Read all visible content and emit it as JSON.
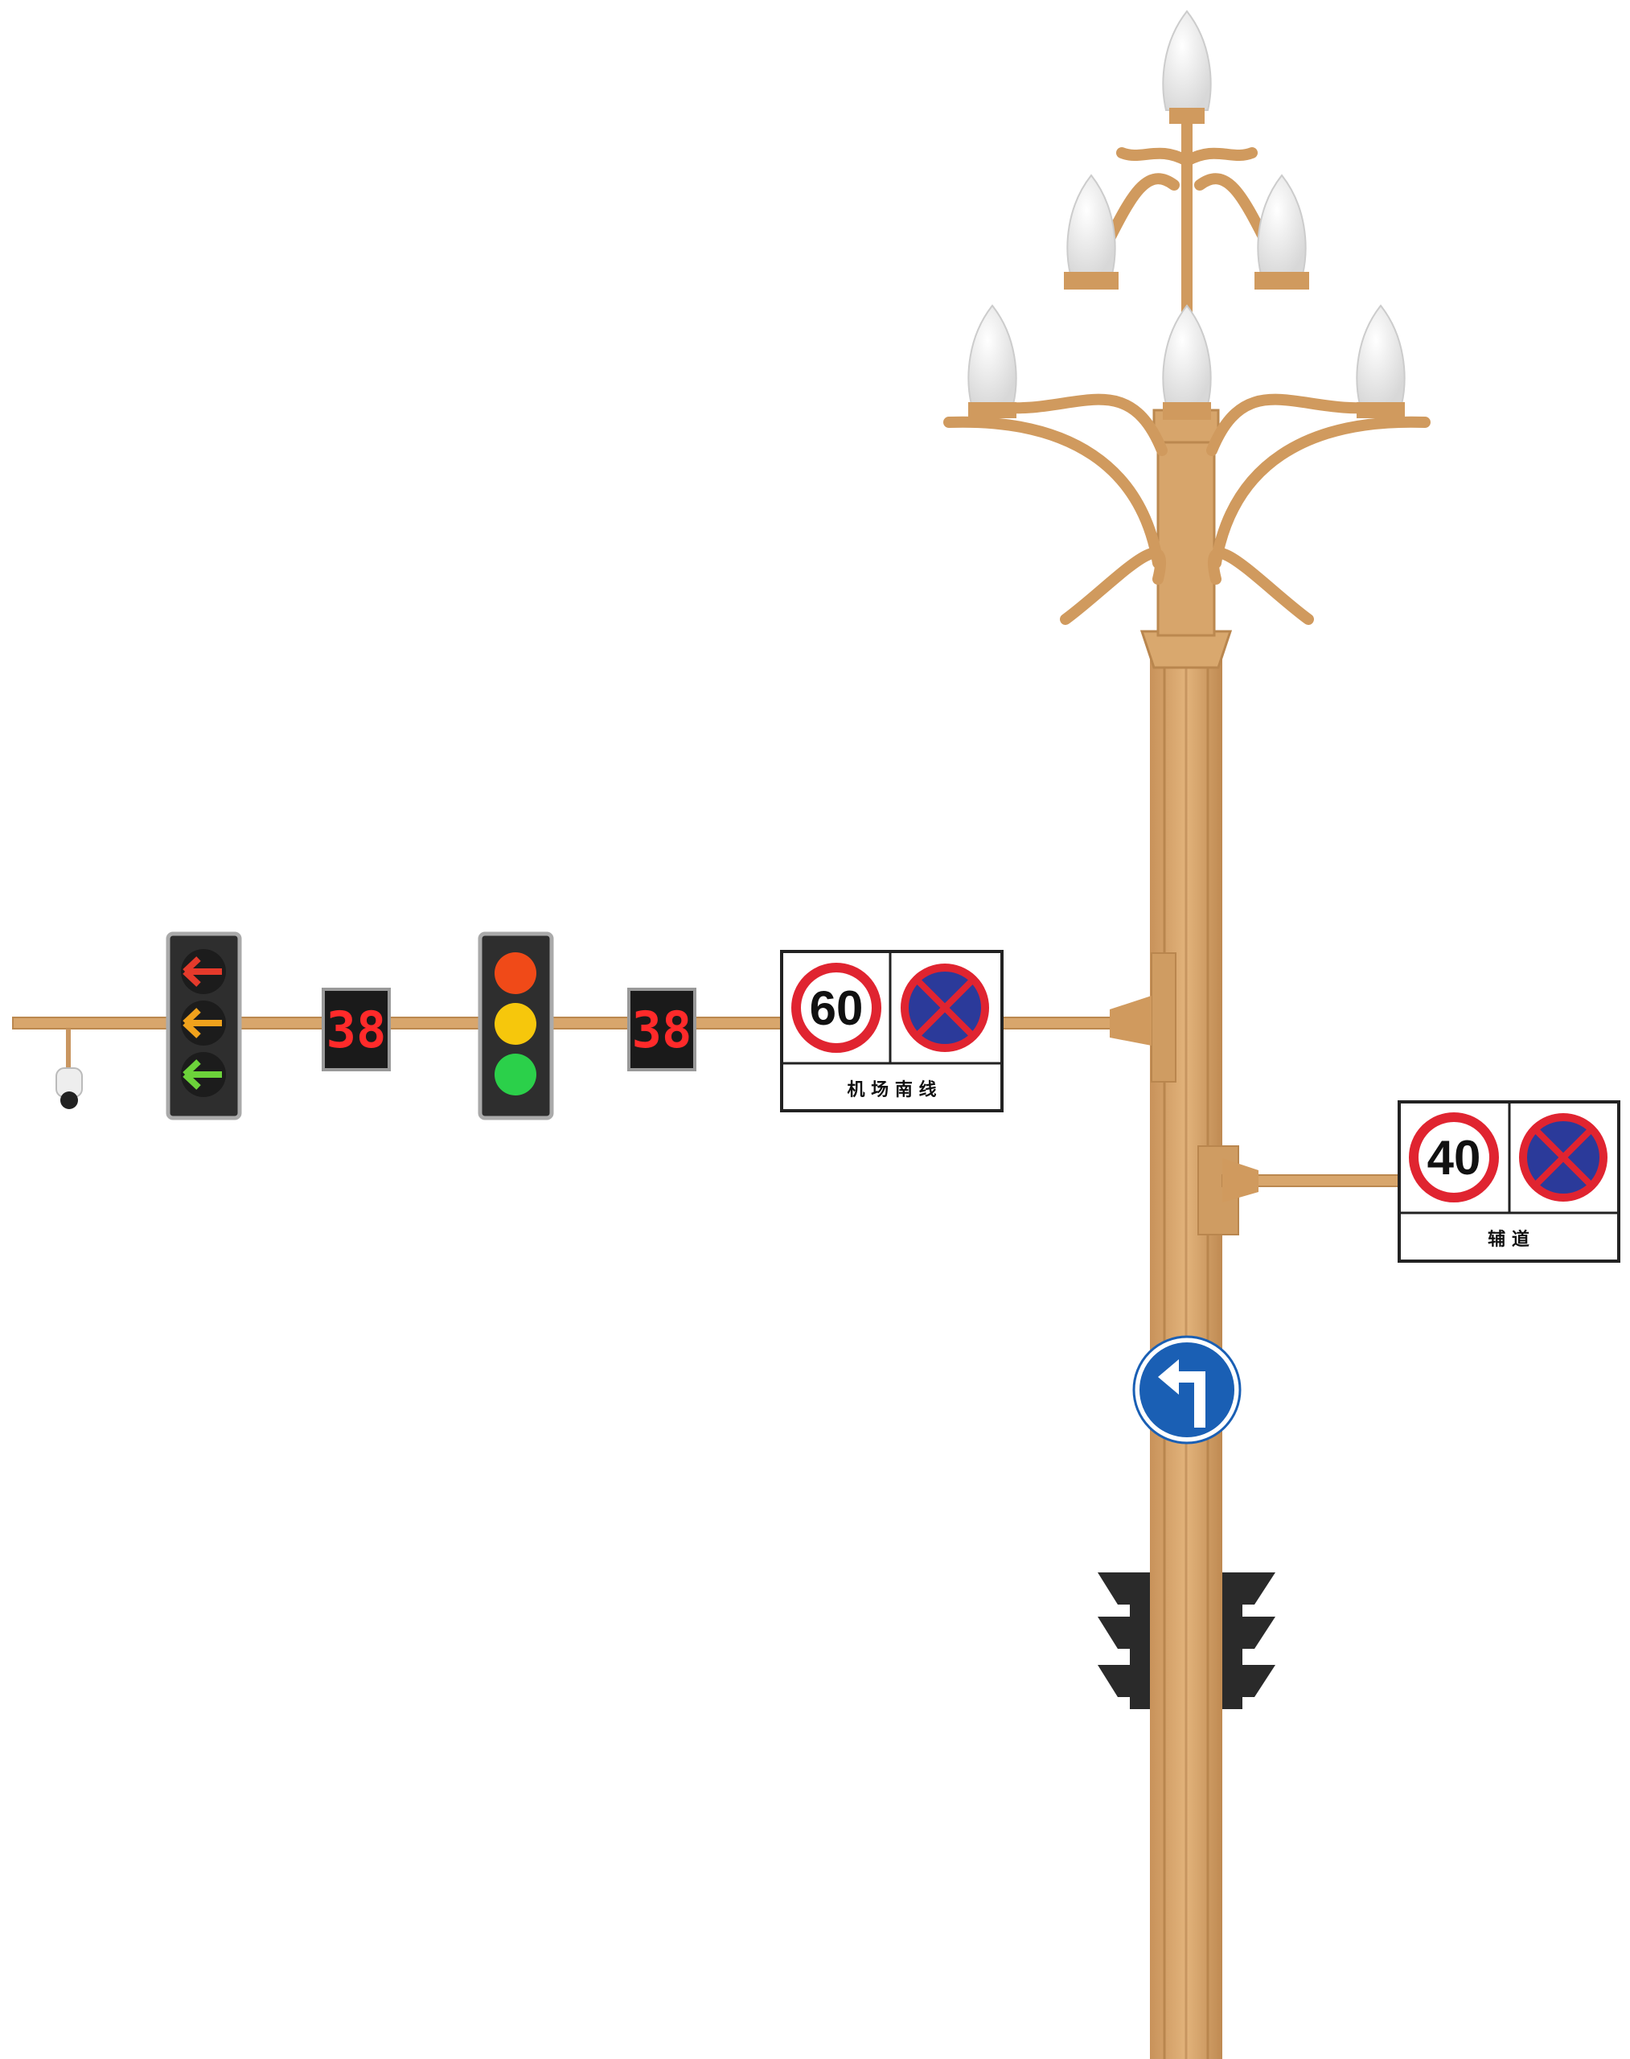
{
  "colors": {
    "pole": "#d8a66c",
    "pole_dark": "#b9864e",
    "signal_housing": "#333333",
    "red": "#e53a2b",
    "amber": "#f0a21c",
    "green": "#4cc33a",
    "sign_red": "#e02430",
    "sign_blue": "#2b3a9a",
    "mandatory_blue": "#1a5fb4"
  },
  "countdown_left": "38",
  "countdown_right": "38",
  "main_sign": {
    "speed_limit": "60",
    "label": "机 场 南 线"
  },
  "side_sign": {
    "speed_limit": "40",
    "label": "辅 道"
  },
  "direction_sign": {
    "icon": "turn-left-arrow-icon"
  }
}
